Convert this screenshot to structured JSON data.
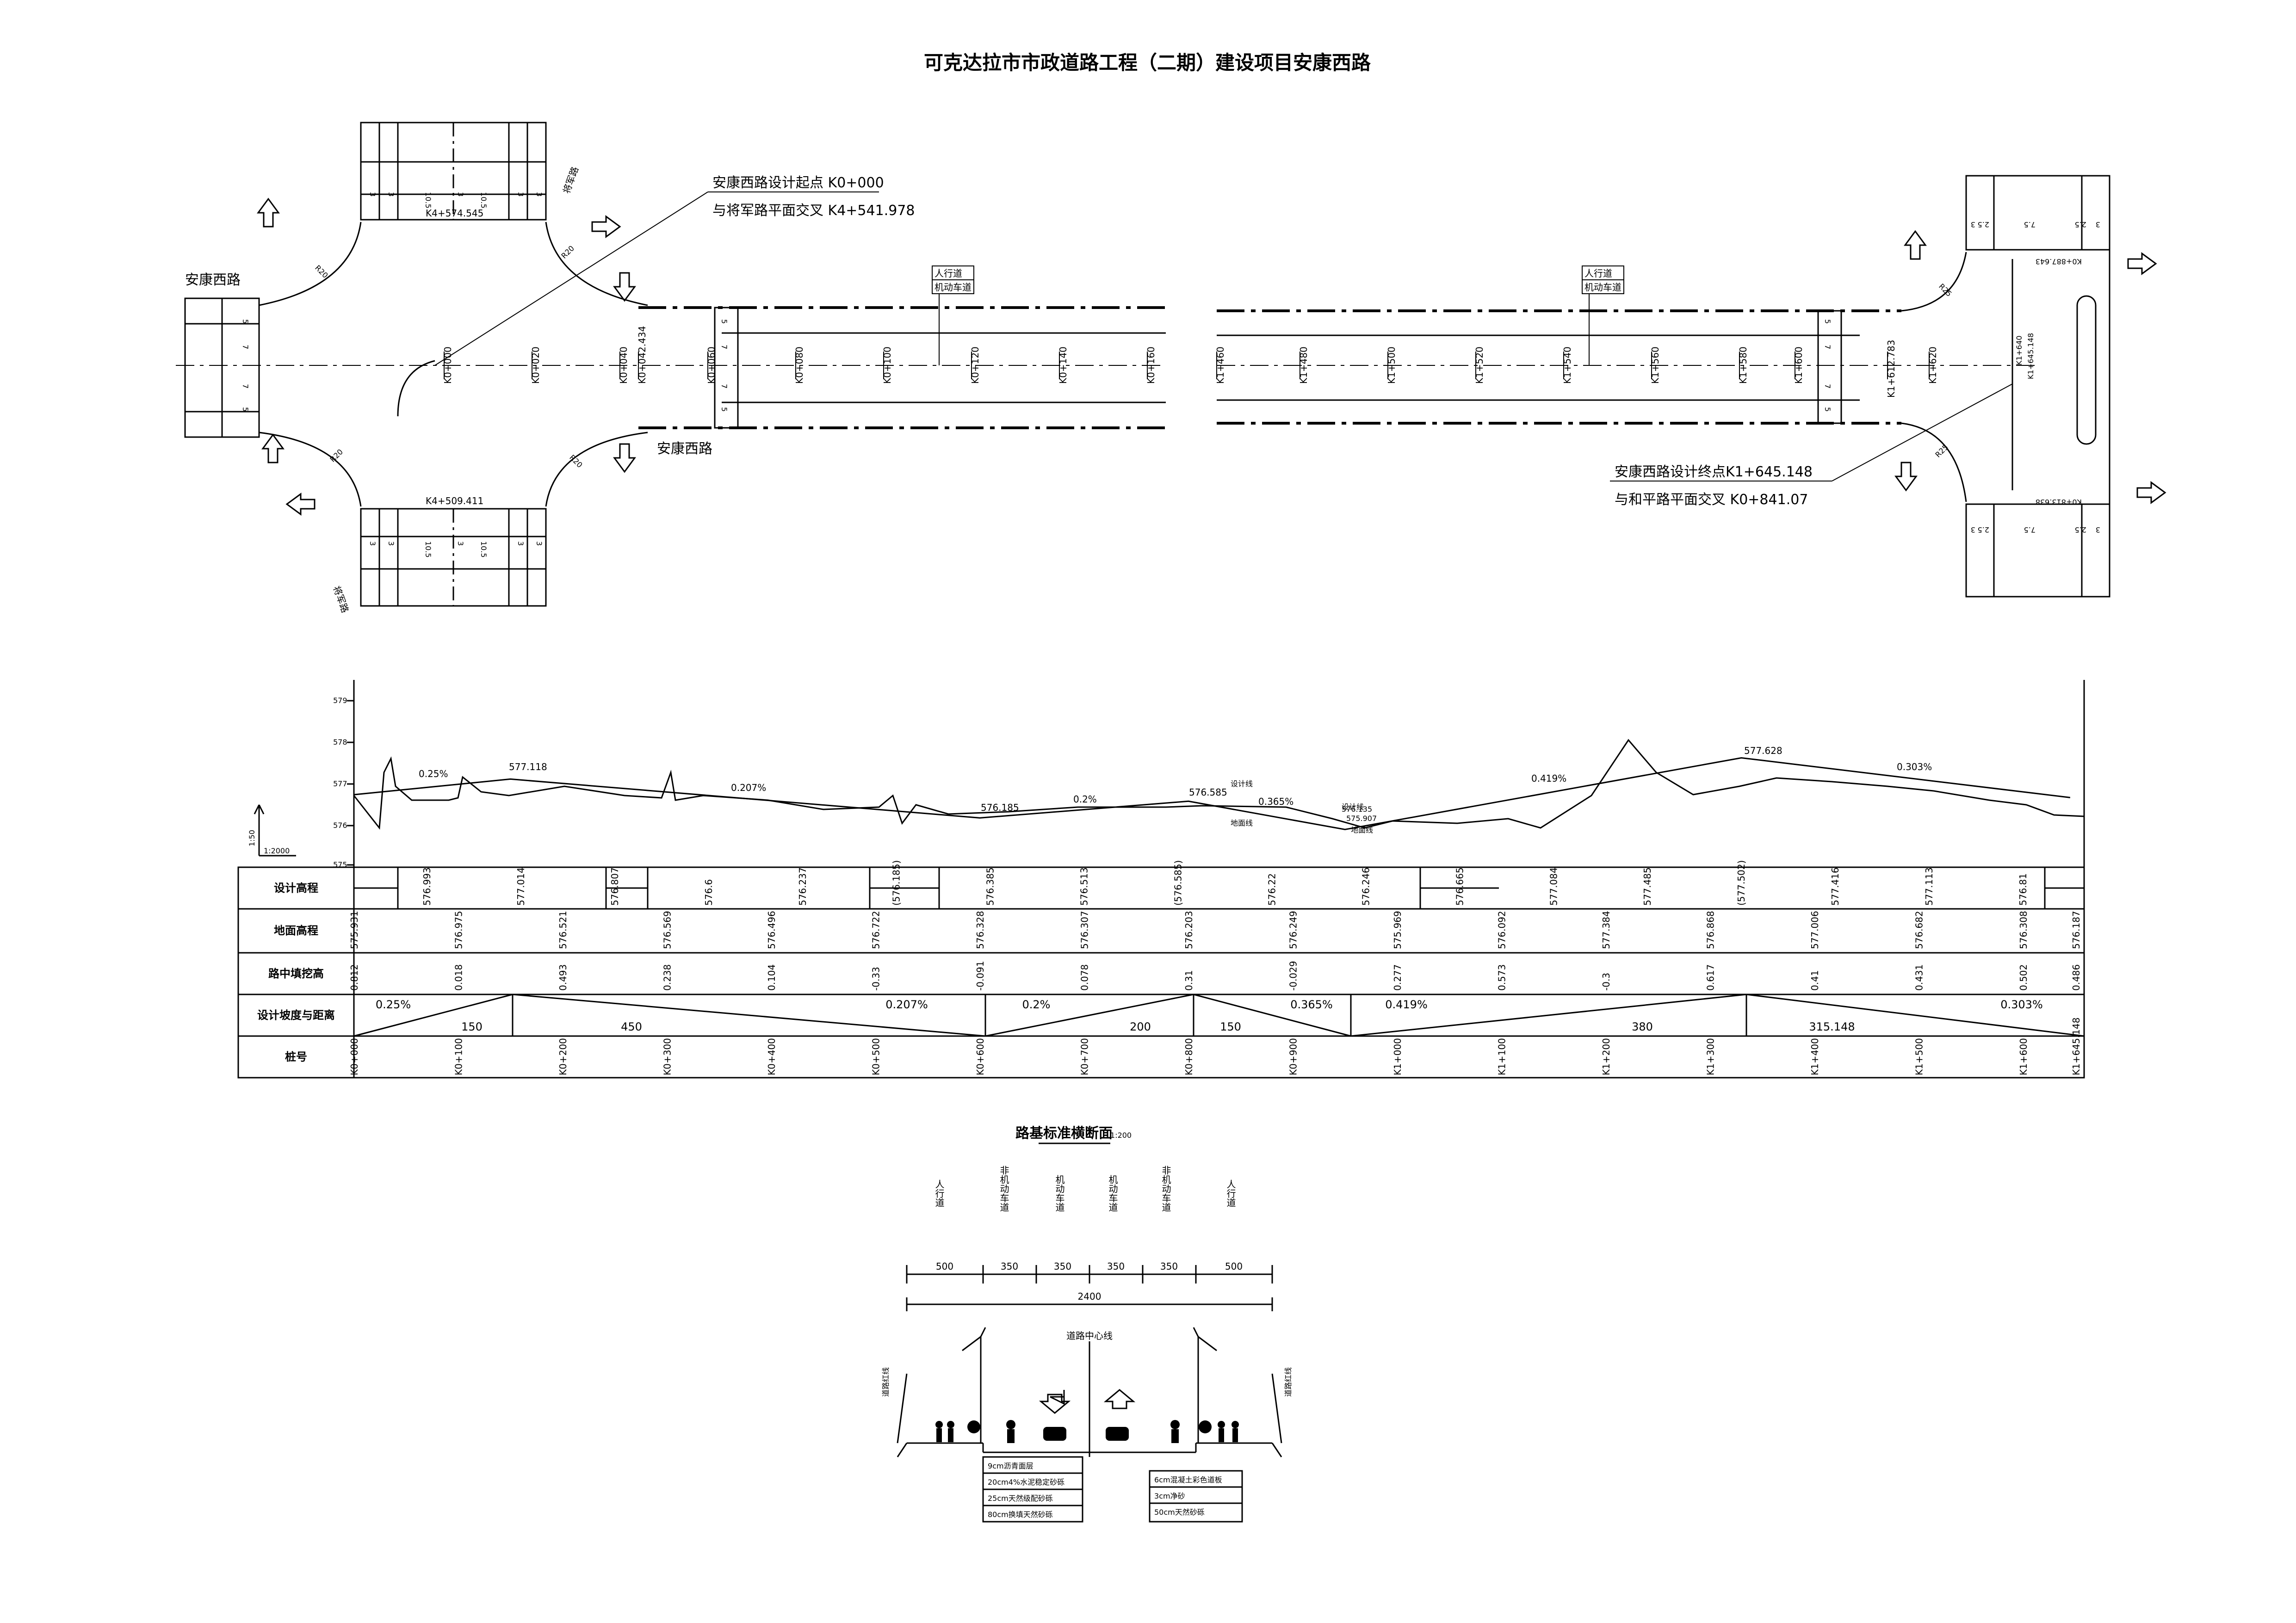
{
  "title": "可克达拉市市政道路工程（二期）建设项目安康西路",
  "plan": {
    "road_name": "安康西路",
    "cross_road_label": "将军路",
    "start_note": [
      "安康西路设计起点 K0+000",
      "与将军路平面交叉 K4+541.978"
    ],
    "end_note": [
      "安康西路设计终点K1+645.148",
      "与和平路平面交叉 K0+841.07"
    ],
    "lane_labels": [
      "人行道",
      "机动车道"
    ],
    "stations_left": [
      "K0+000",
      "K0+020",
      "K0+040",
      "K0+042.434",
      "K0+060",
      "K0+080",
      "K0+100",
      "K0+120",
      "K0+140",
      "K0+160"
    ],
    "stations_right": [
      "K1+460",
      "K1+480",
      "K1+500",
      "K1+520",
      "K1+540",
      "K1+560",
      "K1+580",
      "K1+600",
      "K1+612.783",
      "K1+620",
      "K1+640",
      "K1+645.148"
    ],
    "cross_stations": [
      "K4+574.545",
      "K4+509.411",
      "K0+887.643",
      "K0+813.638"
    ],
    "lane_dims": [
      "3",
      "3",
      "10.5",
      "3",
      "10.5",
      "3",
      "3"
    ],
    "right_dims": [
      "3",
      "2.5",
      "7.5",
      "2.5",
      "3"
    ],
    "radius_labels": [
      "R20",
      "R25"
    ],
    "width_marks": [
      "5",
      "7",
      "7",
      "5"
    ]
  },
  "profile": {
    "scale_v": "1:50",
    "scale_h": "1:2000",
    "elev_ticks": [
      "579",
      "578",
      "577",
      "576",
      "575"
    ],
    "annotations": [
      {
        "text": "0.25%"
      },
      {
        "text": "577.118"
      },
      {
        "text": "0.207%"
      },
      {
        "text": "576.185"
      },
      {
        "text": "0.2%"
      },
      {
        "text": "576.585"
      },
      {
        "text": "0.365%"
      },
      {
        "text": "576.135"
      },
      {
        "text": "575.907"
      },
      {
        "text": "0.419%"
      },
      {
        "text": "577.628"
      },
      {
        "text": "0.303%"
      },
      {
        "text": "设计线"
      },
      {
        "text": "地面线"
      },
      {
        "text": "设计线"
      },
      {
        "text": "地面线"
      }
    ],
    "row_labels": [
      "设计高程",
      "地面高程",
      "路中填挖高",
      "设计坡度与距离",
      "桩号"
    ],
    "design_elev": [
      "576.993",
      "577.014",
      "576.807",
      "576.6",
      "576.237",
      "(576.185)",
      "576.385",
      "576.513",
      "(576.585)",
      "576.22",
      "576.246",
      "576.665",
      "577.084",
      "577.485",
      "(577.502)",
      "577.416",
      "577.113",
      "576.81"
    ],
    "ground_elev": [
      "575.931",
      "576.975",
      "576.521",
      "576.569",
      "576.496",
      "576.722",
      "576.328",
      "576.307",
      "576.203",
      "576.249",
      "575.969",
      "576.092",
      "577.384",
      "576.868",
      "577.006",
      "576.682",
      "576.308",
      "576.187"
    ],
    "fill_cut": [
      "0.812",
      "0.018",
      "0.493",
      "0.238",
      "0.104",
      "-0.33",
      "-0.091",
      "0.078",
      "0.31",
      "-0.029",
      "0.277",
      "0.573",
      "-0.3",
      "0.617",
      "0.41",
      "0.431",
      "0.502",
      "0.486"
    ],
    "slopes": [
      {
        "grade": "0.25%",
        "len": "150"
      },
      {
        "grade": "0.207%",
        "len": "450"
      },
      {
        "grade": "0.2%",
        "len": "200"
      },
      {
        "grade": "0.365%",
        "len": "150"
      },
      {
        "grade": "0.419%",
        "len": "380"
      },
      {
        "grade": "0.303%",
        "len": "315.148"
      }
    ],
    "stations": [
      "K0+000",
      "K0+100",
      "K0+200",
      "K0+300",
      "K0+400",
      "K0+500",
      "K0+600",
      "K0+700",
      "K0+800",
      "K0+900",
      "K1+000",
      "K1+100",
      "K1+200",
      "K1+300",
      "K1+400",
      "K1+500",
      "K1+600",
      "K1+645.148"
    ]
  },
  "section": {
    "title": "路基标准横断面",
    "scale": "1:200",
    "lane_names": [
      "人行道",
      "非机动车道",
      "机动车道",
      "机动车道",
      "非机动车道",
      "人行道"
    ],
    "dims": [
      "500",
      "350",
      "350",
      "350",
      "350",
      "500"
    ],
    "total": "2400",
    "centerline": "道路中心线",
    "left_side": "道路红线",
    "right_side": "道路红线",
    "pave_left": [
      "9cm沥青面层",
      "20cm4%水泥稳定砂砾",
      "25cm天然级配砂砾",
      "80cm换填天然砂砾"
    ],
    "pave_right": [
      "6cm混凝土彩色道板",
      "3cm净砂",
      "50cm天然砂砾"
    ]
  },
  "colors": {
    "line": "#000000",
    "paper": "#ffffff"
  }
}
